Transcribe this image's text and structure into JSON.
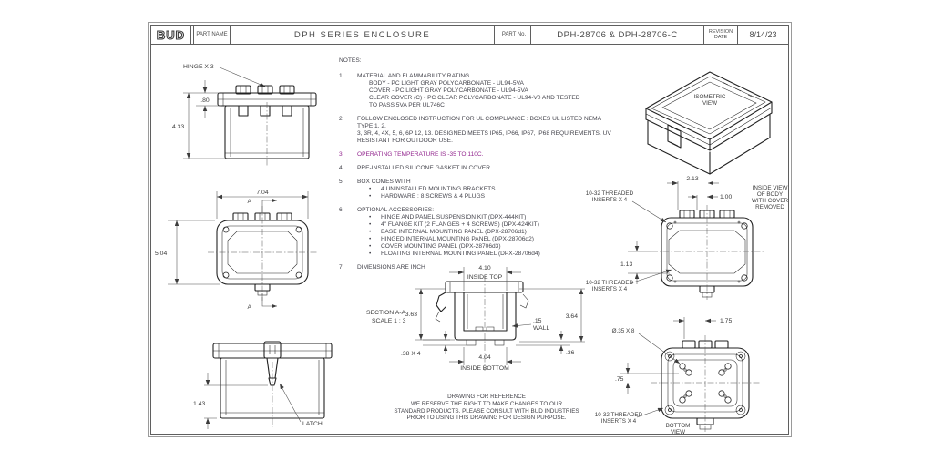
{
  "title_block": {
    "logo": "BUD",
    "part_name_label": "PART NAME",
    "title": "DPH SERIES ENCLOSURE",
    "part_no_label": "PART No.",
    "part_no": "DPH-28706 & DPH-28706-C",
    "revision_label": "REVISION DATE",
    "revision_date": "8/14/23"
  },
  "notes": {
    "header": "NOTES:",
    "bullet_char": "•",
    "items": [
      {
        "num": "1.",
        "lines": [
          "MATERIAL AND FLAMMABILITY RATING.",
          "BODY - PC LIGHT GRAY POLYCARBONATE - UL94-5VA",
          "COVER - PC LIGHT GRAY POLYCARBONATE - UL94-5VA",
          "CLEAR COVER (C) - PC CLEAR POLYCARBONATE - UL94-V0 AND TESTED",
          "TO PASS 5VA PER UL746C"
        ]
      },
      {
        "num": "2.",
        "lines": [
          "FOLLOW ENCLOSED INSTRUCTION FOR UL COMPLIANCE : BOXES UL LISTED NEMA TYPE 1, 2,",
          "3, 3R, 4, 4X, 5, 6, 6P 12, 13. DESIGNED MEETS IP65, IP66, IP67, IP68 REQUIREMENTS. UV",
          "RESISTANT FOR OUTDOOR USE."
        ]
      },
      {
        "num": "3.",
        "lines": [
          "OPERATING TEMPERATURE IS -35 TO 110C."
        ]
      },
      {
        "num": "4.",
        "lines": [
          "PRE-INSTALLED SILICONE GASKET IN COVER"
        ]
      },
      {
        "num": "5.",
        "lines": [
          "BOX COMES WITH"
        ],
        "bullets": [
          "4 UNINSTALLED MOUNTING BRACKETS",
          "HARDWARE : 8 SCREWS & 4 PLUGS"
        ]
      },
      {
        "num": "6.",
        "lines": [
          "OPTIONAL ACCESSORIES:"
        ],
        "bullets": [
          "HINGE AND PANEL SUSPENSION KIT (DPX-444KIT)",
          "4\" FLANGE KIT (2 FLANGES + 4 SCREWS) (DPX-424KIT)",
          "BASE INTERNAL MOUNTING PANEL (DPX-28706d1)",
          "HINGED INTERNAL MOUNTING PANEL (DPX-28706d2)",
          "COVER MOUNTING PANEL (DPX-28706d3)",
          "FLOATING INTERNAL MOUNTING PANEL (DPX-28706d4)"
        ]
      },
      {
        "num": "7.",
        "lines": [
          "DIMENSIONS ARE INCH"
        ]
      }
    ]
  },
  "views": {
    "rear": {
      "hinge_label": "HINGE X 3",
      "dim_cover": ".80",
      "dim_height": "4.33"
    },
    "top": {
      "dim_width": "7.04",
      "dim_depth": "5.04",
      "section_letter": "A"
    },
    "front": {
      "dim_latch": "1.43",
      "latch_label": "LATCH"
    },
    "section": {
      "name": "SECTION A-A",
      "scale": "SCALE 1 : 3",
      "dim_inside_top": "4.10",
      "label_inside_top": "INSIDE TOP",
      "dim_left": "3.63",
      "dim_right": "3.64",
      "dim_wall": ".15",
      "label_wall": "WALL",
      "dim_feet": ".38 X 4",
      "dim_inside_bottom": "4.04",
      "label_inside_bottom": "INSIDE BOTTOM",
      "dim_base": ".36"
    },
    "isometric": {
      "caption": "ISOMETRIC VIEW"
    },
    "inside": {
      "dim_hinge_offset": "2.13",
      "dim_hinge_pitch": "1.00",
      "dim_insert_offset": "1.13",
      "inserts_label_top": "10-32 THREADED INSERTS X 4",
      "inserts_label_bottom": "10-32 THREADED INSERTS X 4",
      "caption": "INSIDE VIEW OF BODY WITH COVER REMOVED"
    },
    "bottom": {
      "dim_bracket": "1.75",
      "dim_hole_offset": ".75",
      "hole_callout": "Ø.35 X 8",
      "inserts_label": "10-32 THREADED INSERTS X 4",
      "caption": "BOTTOM VIEW"
    }
  },
  "disclaimer": {
    "lines": [
      "DRAWING FOR REFERENCE",
      "WE RESERVE THE RIGHT TO MAKE CHANGES TO OUR",
      "STANDARD PRODUCTS. PLEASE CONSULT WITH BUD INDUSTRIES",
      "PRIOR TO USING THIS DRAWING FOR DESIGN PURPOSE."
    ]
  },
  "colors": {
    "line": "#222222",
    "text": "#3c3c3c",
    "highlight_note": "#93278f",
    "paper": "#ffffff"
  }
}
